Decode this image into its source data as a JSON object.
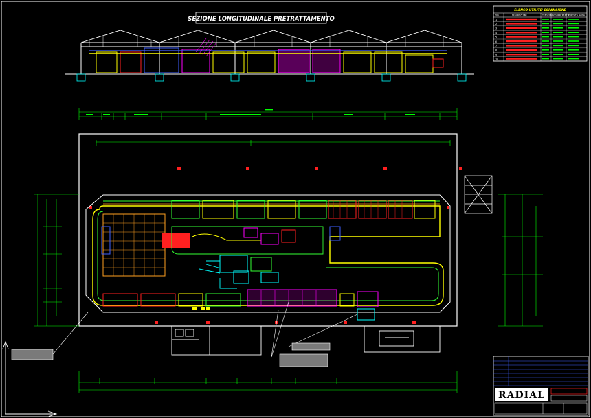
{
  "section_title": "SEZIONE LONGITUDINALE PRETRATTAMENTO",
  "legend": {
    "title": "ELENCO UTILITE' ESPANSIONE",
    "headers": [
      "POS",
      "DESCRIZIONE",
      "TENSIONE",
      "ASSORBIMENTO",
      "PORTATA ARIA"
    ],
    "rows": [
      [
        "1",
        "",
        "",
        "",
        ""
      ],
      [
        "2",
        "",
        "",
        "",
        ""
      ],
      [
        "3",
        "",
        "",
        "",
        ""
      ],
      [
        "4",
        "",
        "",
        "",
        ""
      ],
      [
        "5",
        "",
        "",
        "",
        ""
      ],
      [
        "6",
        "",
        "",
        "",
        ""
      ],
      [
        "7",
        "",
        "",
        "",
        ""
      ],
      [
        "8",
        "",
        "",
        "",
        ""
      ],
      [
        "9",
        "",
        "",
        "",
        ""
      ],
      [
        "10",
        "",
        "",
        "",
        ""
      ]
    ]
  },
  "title_block": {
    "logo": "RADIAL"
  },
  "colors": {
    "background": "#000000",
    "frame": "#ffffff",
    "dimension": "#00ff00",
    "wall": "#ffffff",
    "conveyor_yellow": "#ffff00",
    "conveyor_green": "#33ff33",
    "tank_magenta": "#ff00ff",
    "tank_red": "#ff2020",
    "pipe_cyan": "#00ffff",
    "structure_blue": "#4060ff",
    "orange": "#ffa020"
  }
}
